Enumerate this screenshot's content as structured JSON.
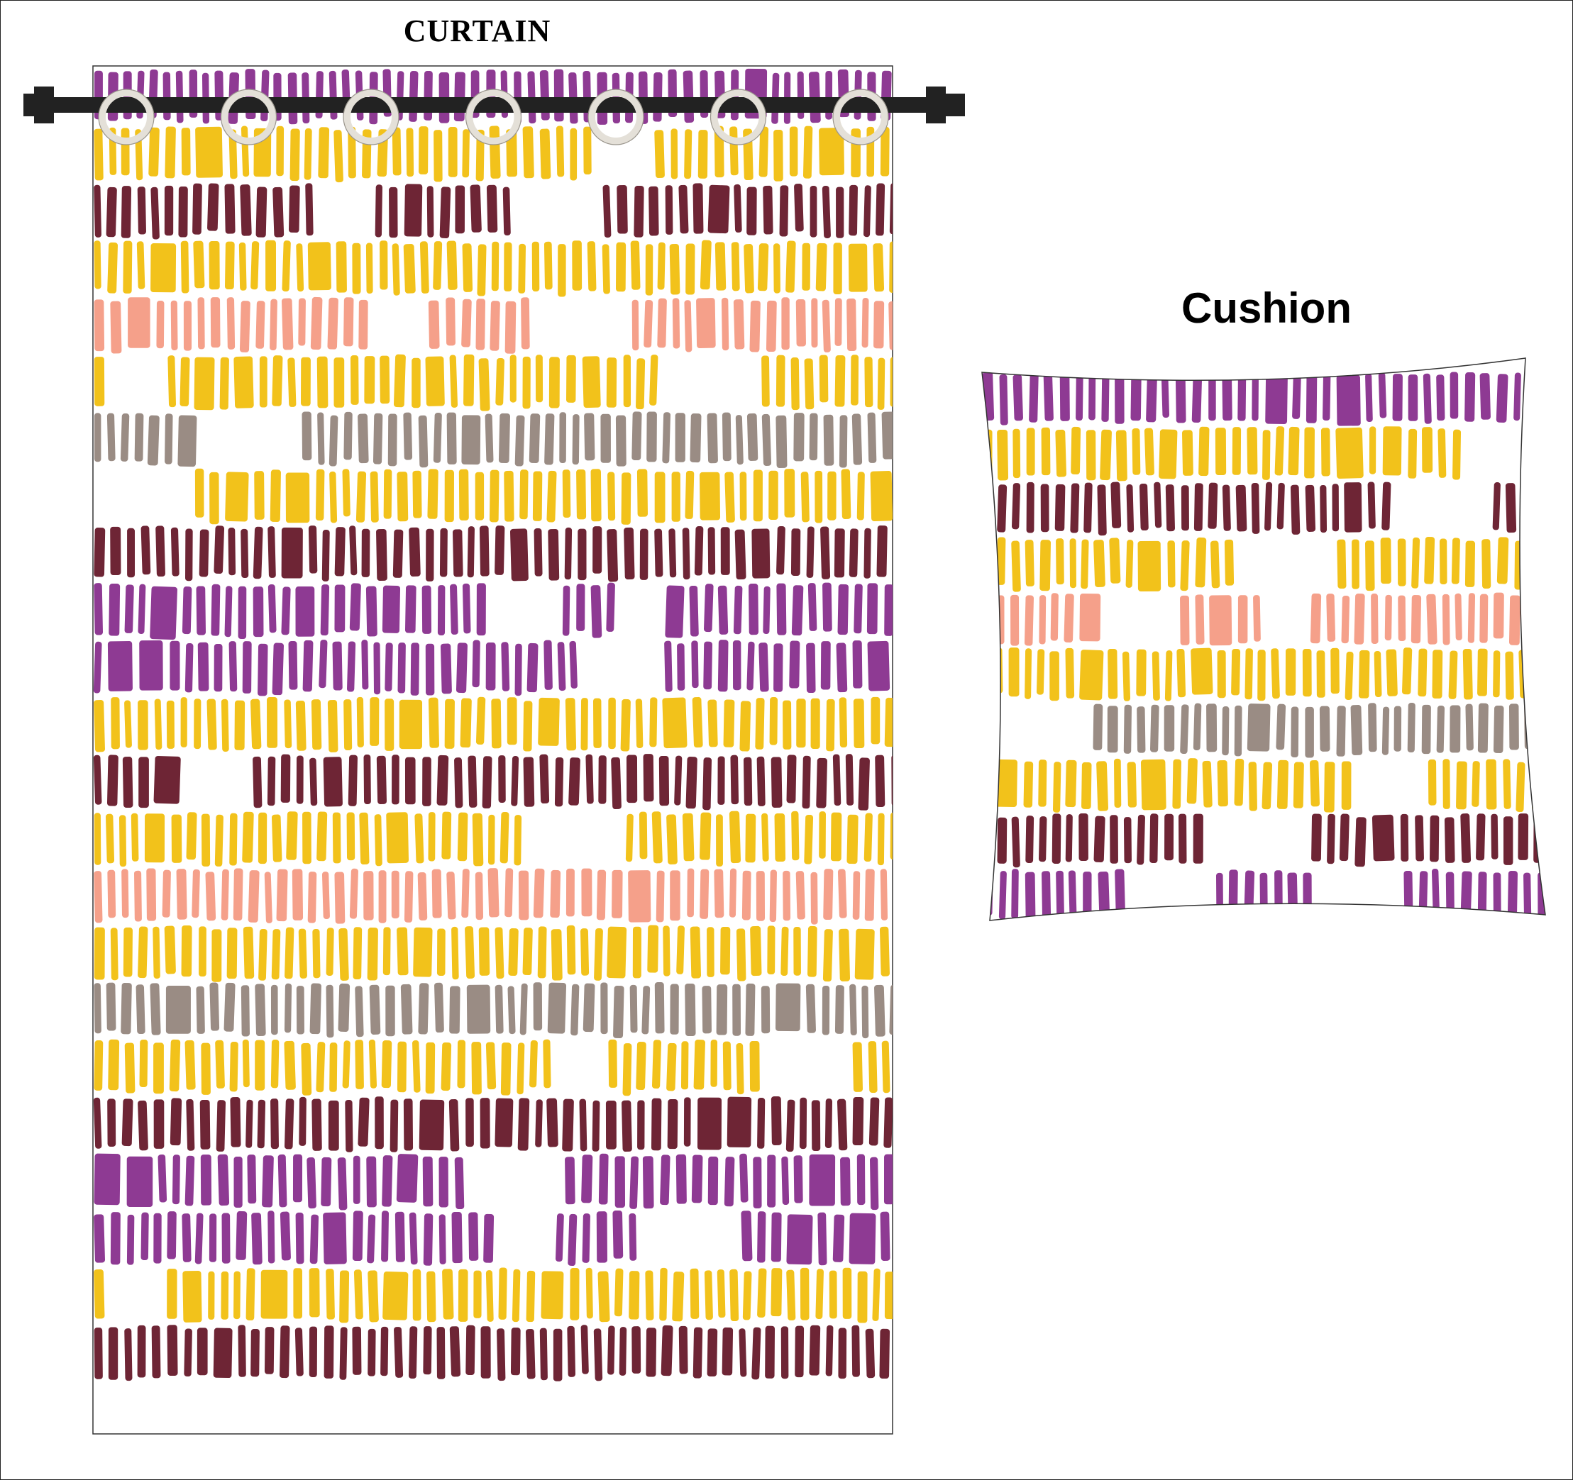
{
  "curtain": {
    "title": "CURTAIN",
    "grommet_count": 7,
    "rod_color": "#222222",
    "grommet_color": "#e4e0d8"
  },
  "cushion": {
    "title": "Cushion"
  },
  "pattern": {
    "colors": {
      "purple": "#8e3a93",
      "yellow": "#f2c21b",
      "maroon": "#6e2535",
      "salmon": "#f5a08a",
      "taupe": "#9a8c84"
    },
    "curtain_rows": [
      "purple",
      "yellow",
      "maroon",
      "yellow",
      "salmon",
      "yellow",
      "taupe",
      "yellow",
      "maroon",
      "purple",
      "purple",
      "yellow",
      "maroon",
      "yellow",
      "salmon",
      "yellow",
      "taupe",
      "yellow",
      "maroon",
      "purple",
      "purple",
      "yellow",
      "maroon"
    ],
    "cushion_rows": [
      "purple",
      "yellow",
      "maroon",
      "yellow",
      "salmon",
      "yellow",
      "taupe",
      "yellow",
      "maroon",
      "purple"
    ]
  }
}
